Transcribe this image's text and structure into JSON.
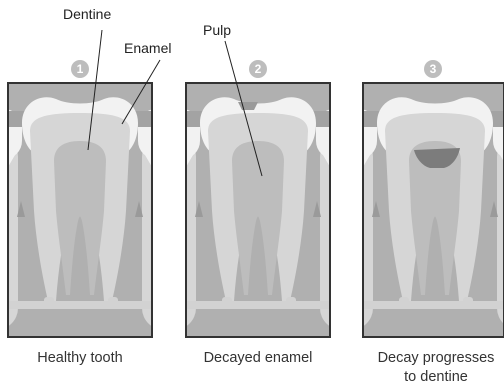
{
  "labels": {
    "dentine": "Dentine",
    "enamel": "Enamel",
    "pulp": "Pulp"
  },
  "panels": [
    {
      "number": "1",
      "caption_line1": "Healthy tooth",
      "caption_line2": ""
    },
    {
      "number": "2",
      "caption_line1": "Decayed enamel",
      "caption_line2": ""
    },
    {
      "number": "3",
      "caption_line1": "Decay progresses",
      "caption_line2": "to dentine"
    }
  ],
  "colors": {
    "panel_bg": "#b0b0b0",
    "gum": "#a3a3a3",
    "enamel": "#f2f2f2",
    "dentine": "#d6d6d6",
    "pulp": "#bdbdbd",
    "decay": "#7c7c7c",
    "number_badge": "#bdbdbd",
    "border": "#333333"
  }
}
